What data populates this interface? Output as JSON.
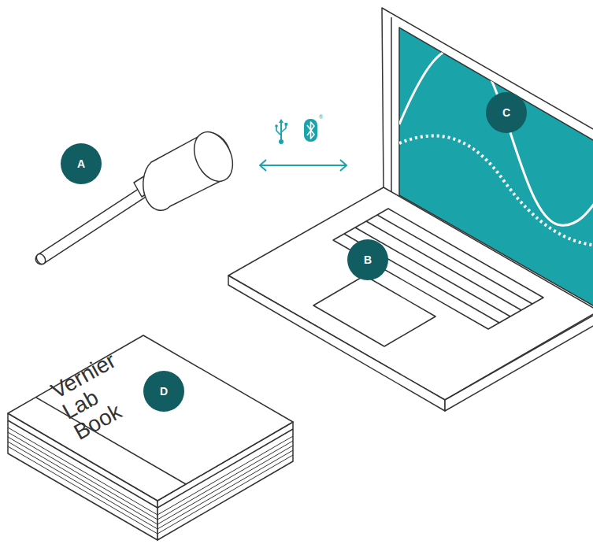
{
  "diagram": {
    "labels": [
      "A",
      "®",
      "C",
      "B",
      "Vernier Lab Book",
      "D"
    ]
  }
}
